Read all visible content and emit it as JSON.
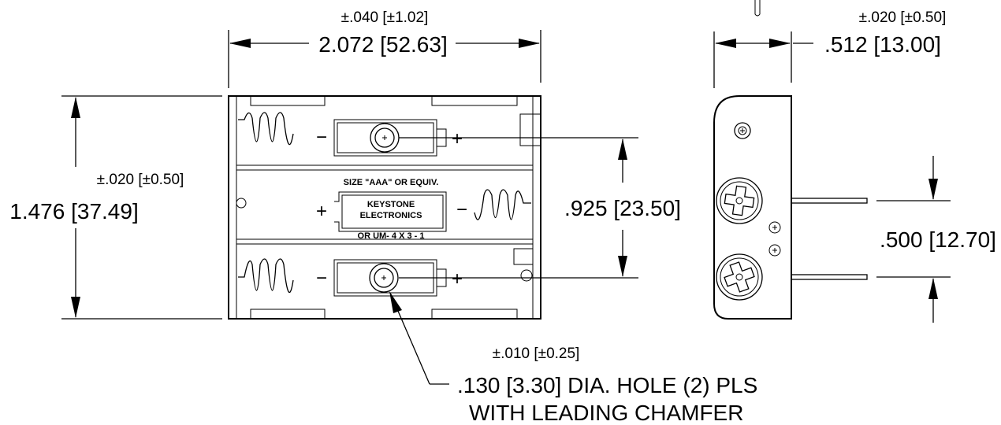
{
  "dimensions": {
    "width_tol": "±.040 [±1.02]",
    "width": "2.072 [52.63]",
    "depth_tol": "±.020 [±0.50]",
    "depth": ".512 [13.00]",
    "height_tol": "±.020 [±0.50]",
    "height": "1.476 [37.49]",
    "pin_spacing": ".925 [23.50]",
    "terminal_spacing": ".500 [12.70]",
    "hole_tol": "±.010 [±0.25]",
    "hole_line1": ".130 [3.30] DIA. HOLE   (2) PLS",
    "hole_line2": "WITH LEADING CHAMFER"
  },
  "body_label": {
    "line1": "SIZE \"AAA\" OR EQUIV.",
    "line2": "KEYSTONE",
    "line3": "ELECTRONICS",
    "line4": "OR UM- 4 X 3 - 1"
  },
  "polarity": {
    "minus": "−",
    "plus": "+"
  }
}
